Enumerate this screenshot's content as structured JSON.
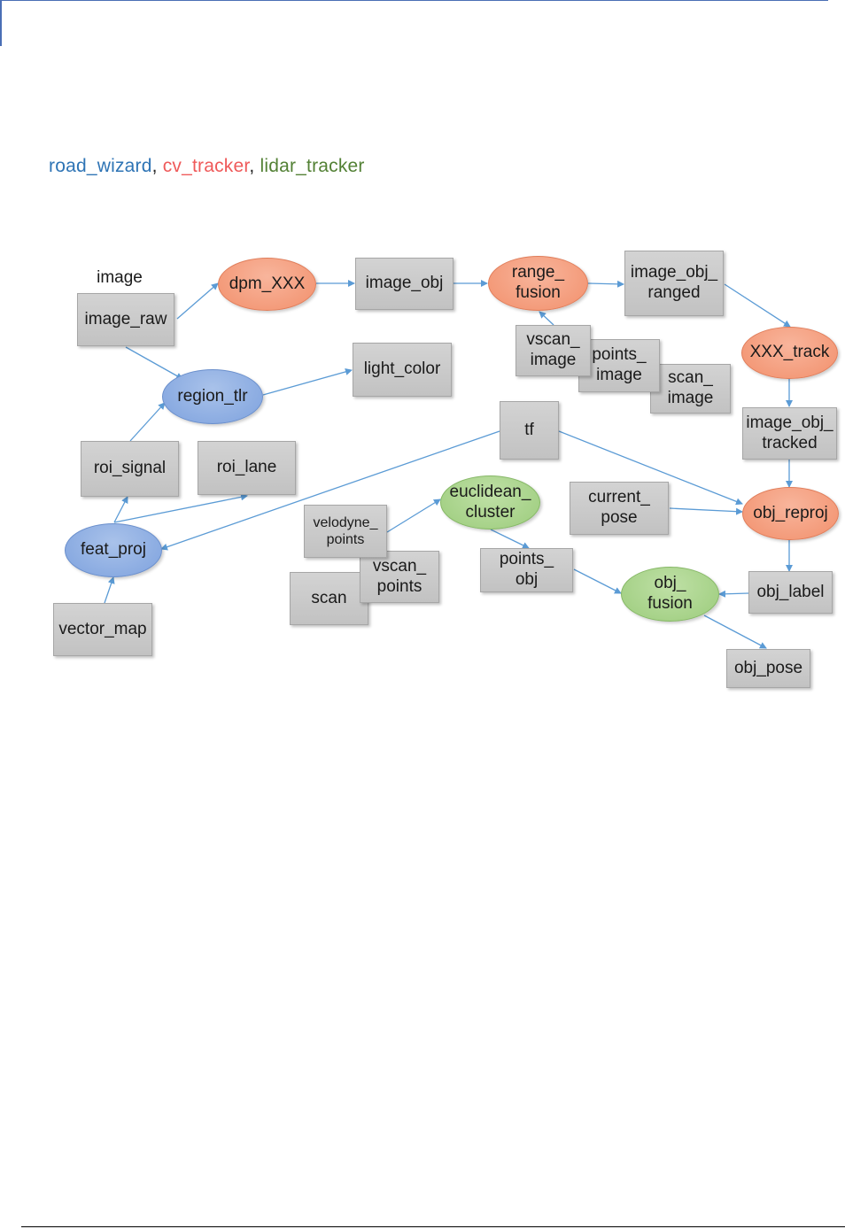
{
  "legend": {
    "road_wizard": "road_wizard",
    "cv_tracker": "cv_tracker",
    "lidar_tracker": "lidar_tracker",
    "separator": ","
  },
  "colors": {
    "road_wizard": "#2e74b5",
    "cv_tracker": "#ef5a5a",
    "lidar_tracker": "#538135",
    "edge": "#5b9bd5"
  },
  "nodes": {
    "image_label": "image",
    "image_raw": "image_raw",
    "dpm_xxx": "dpm_XXX",
    "image_obj": "image_obj",
    "range_fusion": "range_\nfusion",
    "image_obj_ranged": "image_obj_\nranged",
    "vscan_image": "vscan_\nimage",
    "points_image": "points_\nimage",
    "scan_image": "scan_\nimage",
    "xxx_track": "XXX_track",
    "region_tlr": "region_tlr",
    "light_color": "light_color",
    "tf": "tf",
    "image_obj_tracked": "image_obj_\ntracked",
    "roi_signal": "roi_signal",
    "roi_lane": "roi_lane",
    "euclidean_cluster": "euclidean_\ncluster",
    "current_pose": "current_\npose",
    "obj_reproj": "obj_reproj",
    "velodyne_points": "velodyne_\npoints",
    "vscan_points": "vscan_\npoints",
    "feat_proj": "feat_proj",
    "points_obj": "points_\nobj",
    "scan": "scan",
    "obj_fusion": "obj_\nfusion",
    "obj_label": "obj_label",
    "vector_map": "vector_map",
    "obj_pose": "obj_pose"
  }
}
